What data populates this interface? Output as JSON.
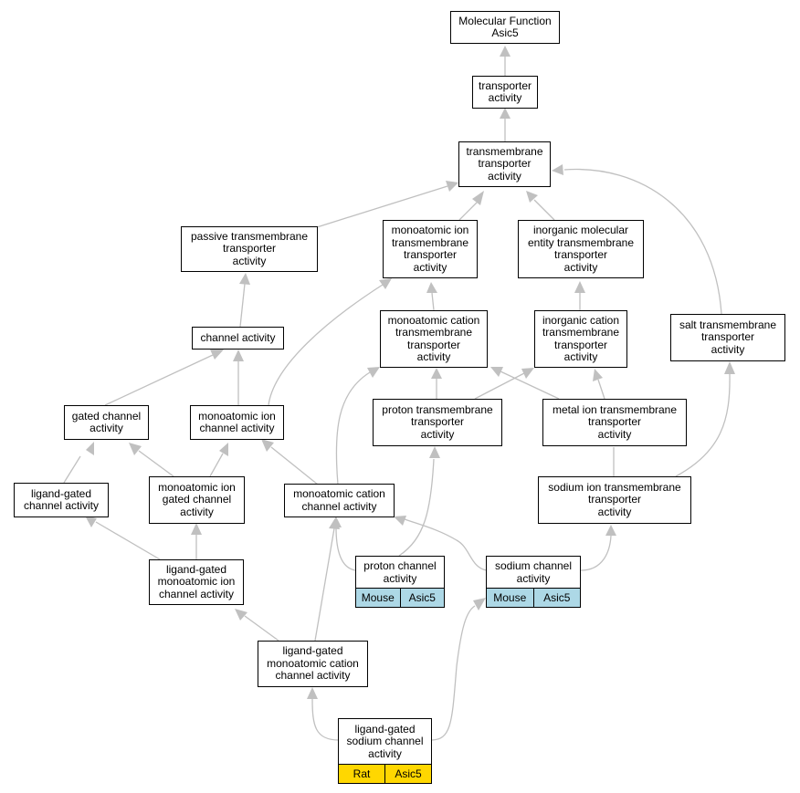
{
  "colors": {
    "edge": "#c0c0c0",
    "mouse_badge": "#add8e6",
    "rat_badge": "#ffd700",
    "border": "#000000"
  },
  "nodes": {
    "molecular_function": "Molecular Function\nAsic5",
    "transporter_activity": "transporter\nactivity",
    "transmembrane_transporter": "transmembrane\ntransporter\nactivity",
    "passive_transmembrane": "passive transmembrane\ntransporter\nactivity",
    "monoatomic_ion_transmembrane": "monoatomic ion\ntransmembrane\ntransporter\nactivity",
    "inorganic_molecular_entity": "inorganic molecular\nentity transmembrane\ntransporter\nactivity",
    "channel_activity": "channel activity",
    "monoatomic_cation_transmembrane": "monoatomic cation\ntransmembrane\ntransporter\nactivity",
    "inorganic_cation_transmembrane": "inorganic cation\ntransmembrane\ntransporter\nactivity",
    "salt_transmembrane": "salt transmembrane\ntransporter\nactivity",
    "gated_channel": "gated channel\nactivity",
    "monoatomic_ion_channel": "monoatomic ion\nchannel activity",
    "proton_transmembrane": "proton transmembrane\ntransporter\nactivity",
    "metal_ion_transmembrane": "metal ion transmembrane\ntransporter\nactivity",
    "ligand_gated_channel": "ligand-gated\nchannel activity",
    "monoatomic_ion_gated_channel": "monoatomic ion\ngated channel\nactivity",
    "monoatomic_cation_channel": "monoatomic cation\nchannel activity",
    "sodium_ion_transmembrane": "sodium ion transmembrane\ntransporter\nactivity",
    "ligand_gated_monoatomic_ion": "ligand-gated\nmonoatomic ion\nchannel activity",
    "proton_channel": "proton channel\nactivity",
    "sodium_channel": "sodium channel\nactivity",
    "ligand_gated_monoatomic_cation": "ligand-gated\nmonoatomic cation\nchannel activity",
    "ligand_gated_sodium": "ligand-gated\nsodium channel\nactivity"
  },
  "badges": {
    "proton_channel": [
      "Mouse",
      "Asic5"
    ],
    "sodium_channel": [
      "Mouse",
      "Asic5"
    ],
    "ligand_gated_sodium": [
      "Rat",
      "Asic5"
    ]
  }
}
